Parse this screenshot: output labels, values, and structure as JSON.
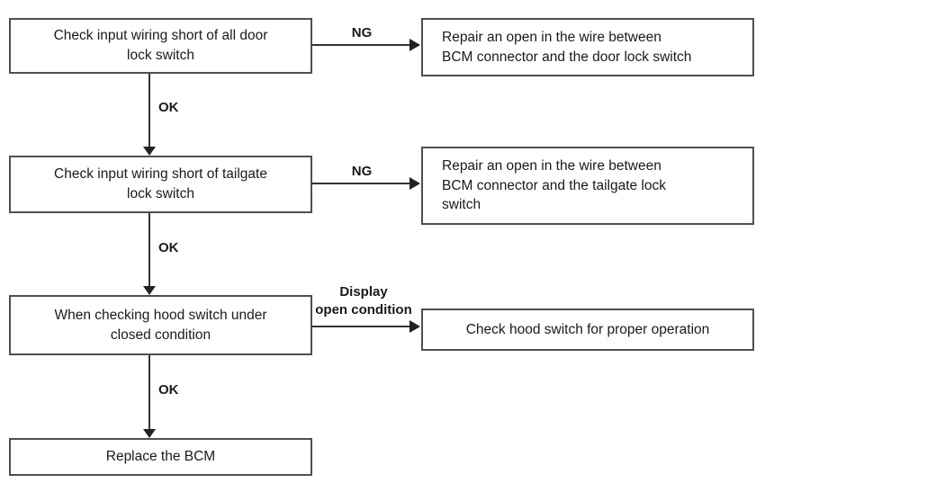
{
  "flowchart": {
    "step_boxes": [
      {
        "text": "Check input wiring short of all door\nlock switch"
      },
      {
        "text": "Check input wiring short of tailgate\nlock switch"
      },
      {
        "text": "When checking hood switch under\nclosed condition"
      },
      {
        "text": "Replace the BCM"
      }
    ],
    "result_boxes": [
      {
        "text": "Repair an open in the wire between\nBCM connector and the door lock switch"
      },
      {
        "text": "Repair an open in the wire between\nBCM connector and the tailgate lock\nswitch"
      },
      {
        "text": "Check hood switch for proper operation"
      }
    ],
    "edge_labels": {
      "ng_1": "NG",
      "ng_2": "NG",
      "ok_1": "OK",
      "ok_2": "OK",
      "ok_3": "OK",
      "display_open": "Display\nopen condition"
    },
    "colors": {
      "background": "#ffffff",
      "box_border": "#4f4f4f",
      "connector_line": "#333333",
      "text": "#1a1a1a"
    }
  }
}
